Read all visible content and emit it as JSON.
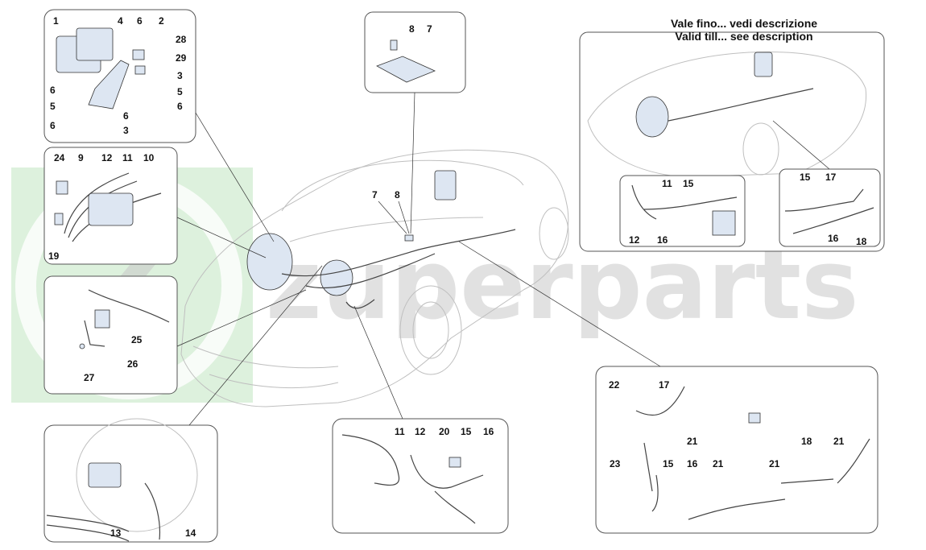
{
  "header": {
    "line1": "Vale fino... vedi descrizione",
    "line2": "Valid till... see description"
  },
  "watermark": {
    "text": "zuperparts",
    "logo_letter": "Z",
    "accent_color": "#3db53d"
  },
  "callouts": {
    "abs_unit": [
      "1",
      "4",
      "6",
      "2",
      "28",
      "29",
      "3",
      "5",
      "6",
      "6",
      "5",
      "6",
      "3",
      "6"
    ],
    "sensor_top": [
      "8",
      "7"
    ],
    "car_center": [
      "7",
      "8"
    ],
    "lines_box": [
      "24",
      "9",
      "12",
      "11",
      "10",
      "19"
    ],
    "clip_box": [
      "25",
      "26",
      "27"
    ],
    "booster_box": [
      "13",
      "14"
    ],
    "valid_box": [
      "11",
      "15",
      "12",
      "16",
      "15",
      "17",
      "16",
      "18"
    ],
    "bottom_mid": [
      "11",
      "12",
      "20",
      "15",
      "16"
    ],
    "bottom_right": [
      "22",
      "17",
      "21",
      "23",
      "15",
      "16",
      "21",
      "21",
      "18",
      "21"
    ]
  }
}
